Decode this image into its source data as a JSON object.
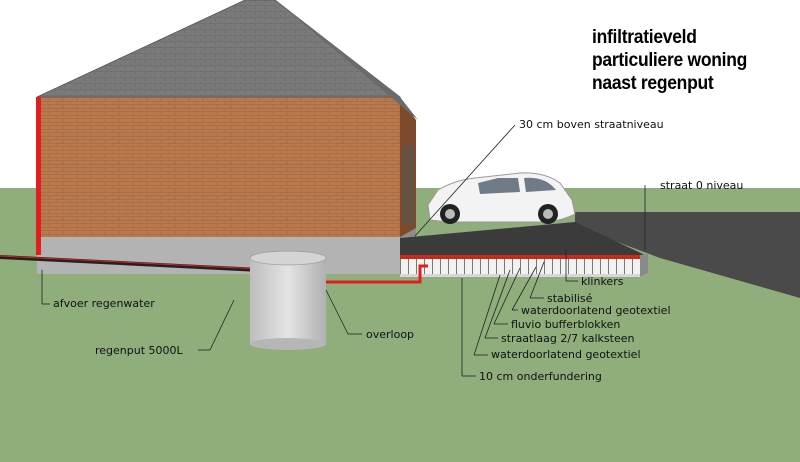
{
  "title": {
    "line1": "infiltratieveld",
    "line2": "particuliere woning",
    "line3": "naast regenput"
  },
  "labels": {
    "boven_straatniveau": "30 cm boven straatniveau",
    "straat_niveau": "straat 0 niveau",
    "afvoer": "afvoer regenwater",
    "regenput": "regenput 5000L",
    "overloop": "overloop",
    "klinkers": "klinkers",
    "stabilise": "stabilisé",
    "geotextiel_top": "waterdoorlatend geotextiel",
    "bufferblokken": "fluvio bufferblokken",
    "straatlaag": "straatlaag 2/7 kalksteen",
    "geotextiel_bottom": "waterdoorlatend geotextiel",
    "onderfundering": "10 cm onderfundering"
  },
  "colors": {
    "sky": "#ffffff",
    "grass": "#8fae7b",
    "brick": "#b77a4e",
    "roof": "#7b7b7b",
    "pipe": "#e01e1e",
    "foundation": "#b5b5b5",
    "asphalt": "#4a4a4a"
  }
}
